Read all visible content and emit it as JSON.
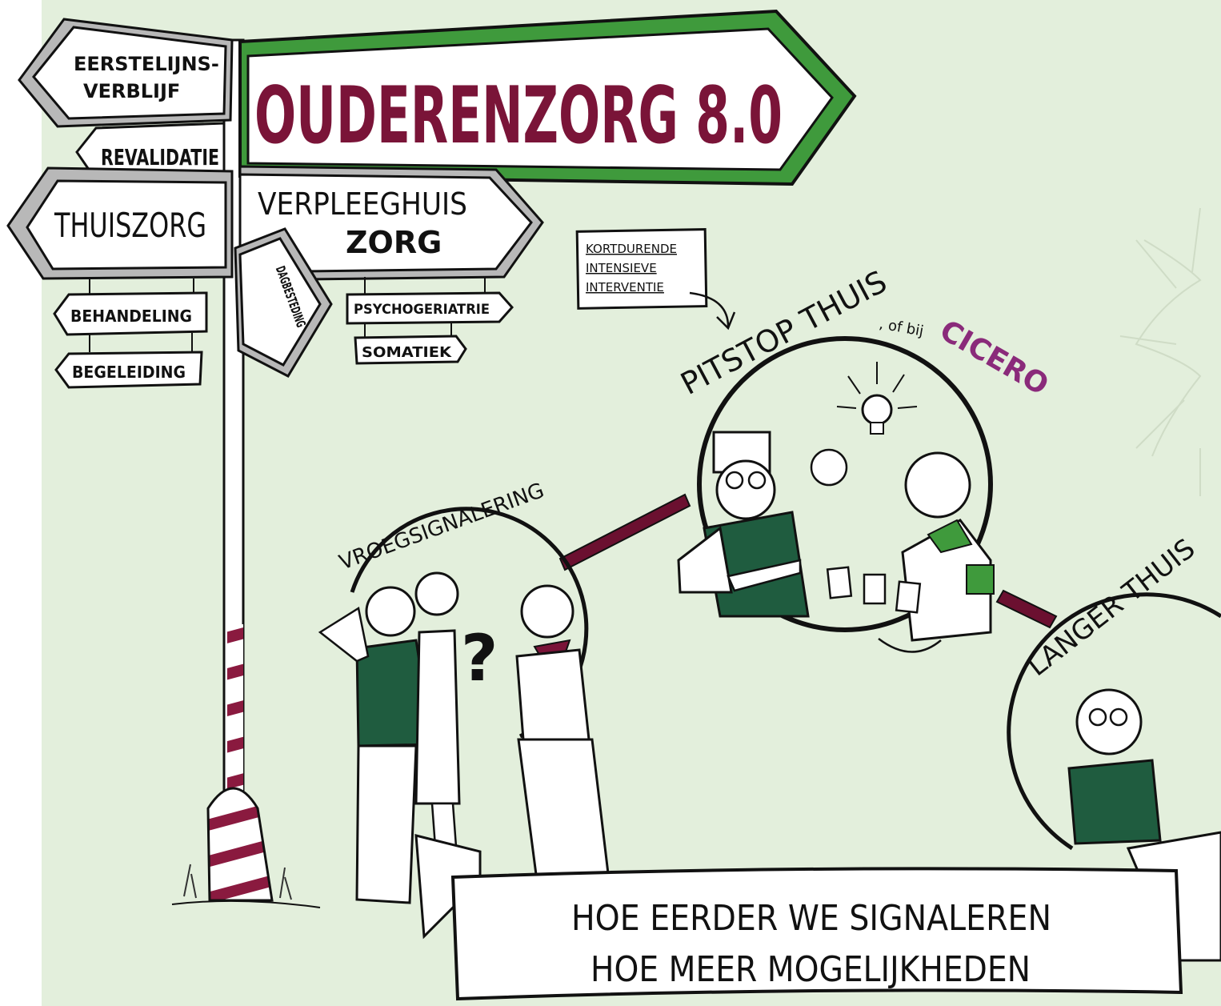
{
  "title": "OUDERENZORG 8.0",
  "signs": {
    "eerstelijns": "EERSTELIJNS-",
    "verblijf": "VERBLIJF",
    "revalidatie": "REVALIDATIE",
    "thuiszorg": "THUISZORG",
    "verpleeghuis": "VERPLEEGHUIS",
    "zorg": "ZORG",
    "dagbesteding": "DAGBESTEDING",
    "behandeling": "BEHANDELING",
    "begeleiding": "BEGELEIDING",
    "psychogeriatrie": "PSYCHOGERIATRIE",
    "somatiek": "SOMATIEK"
  },
  "note": {
    "line1": "KORTDURENDE",
    "line2": "INTENSIEVE",
    "line3": "INTERVENTIE"
  },
  "pitstop": {
    "label": "PITSTOP THUIS",
    "suffix": ", of bij",
    "brand": "CICERO"
  },
  "vroegsignalering": "VROEGSIGNALERING",
  "langer_thuis": "LANGER THUIS",
  "banner": {
    "line1": "HOE EERDER WE SIGNALEREN",
    "line2": "HOE MEER MOGELIJKHEDEN"
  },
  "colors": {
    "background": "#e3efdc",
    "accent_maroon": "#7a1438",
    "accent_green": "#3f9a3c",
    "vest_green": "#1f5c3f",
    "brand_purple": "#8a2a7a"
  }
}
